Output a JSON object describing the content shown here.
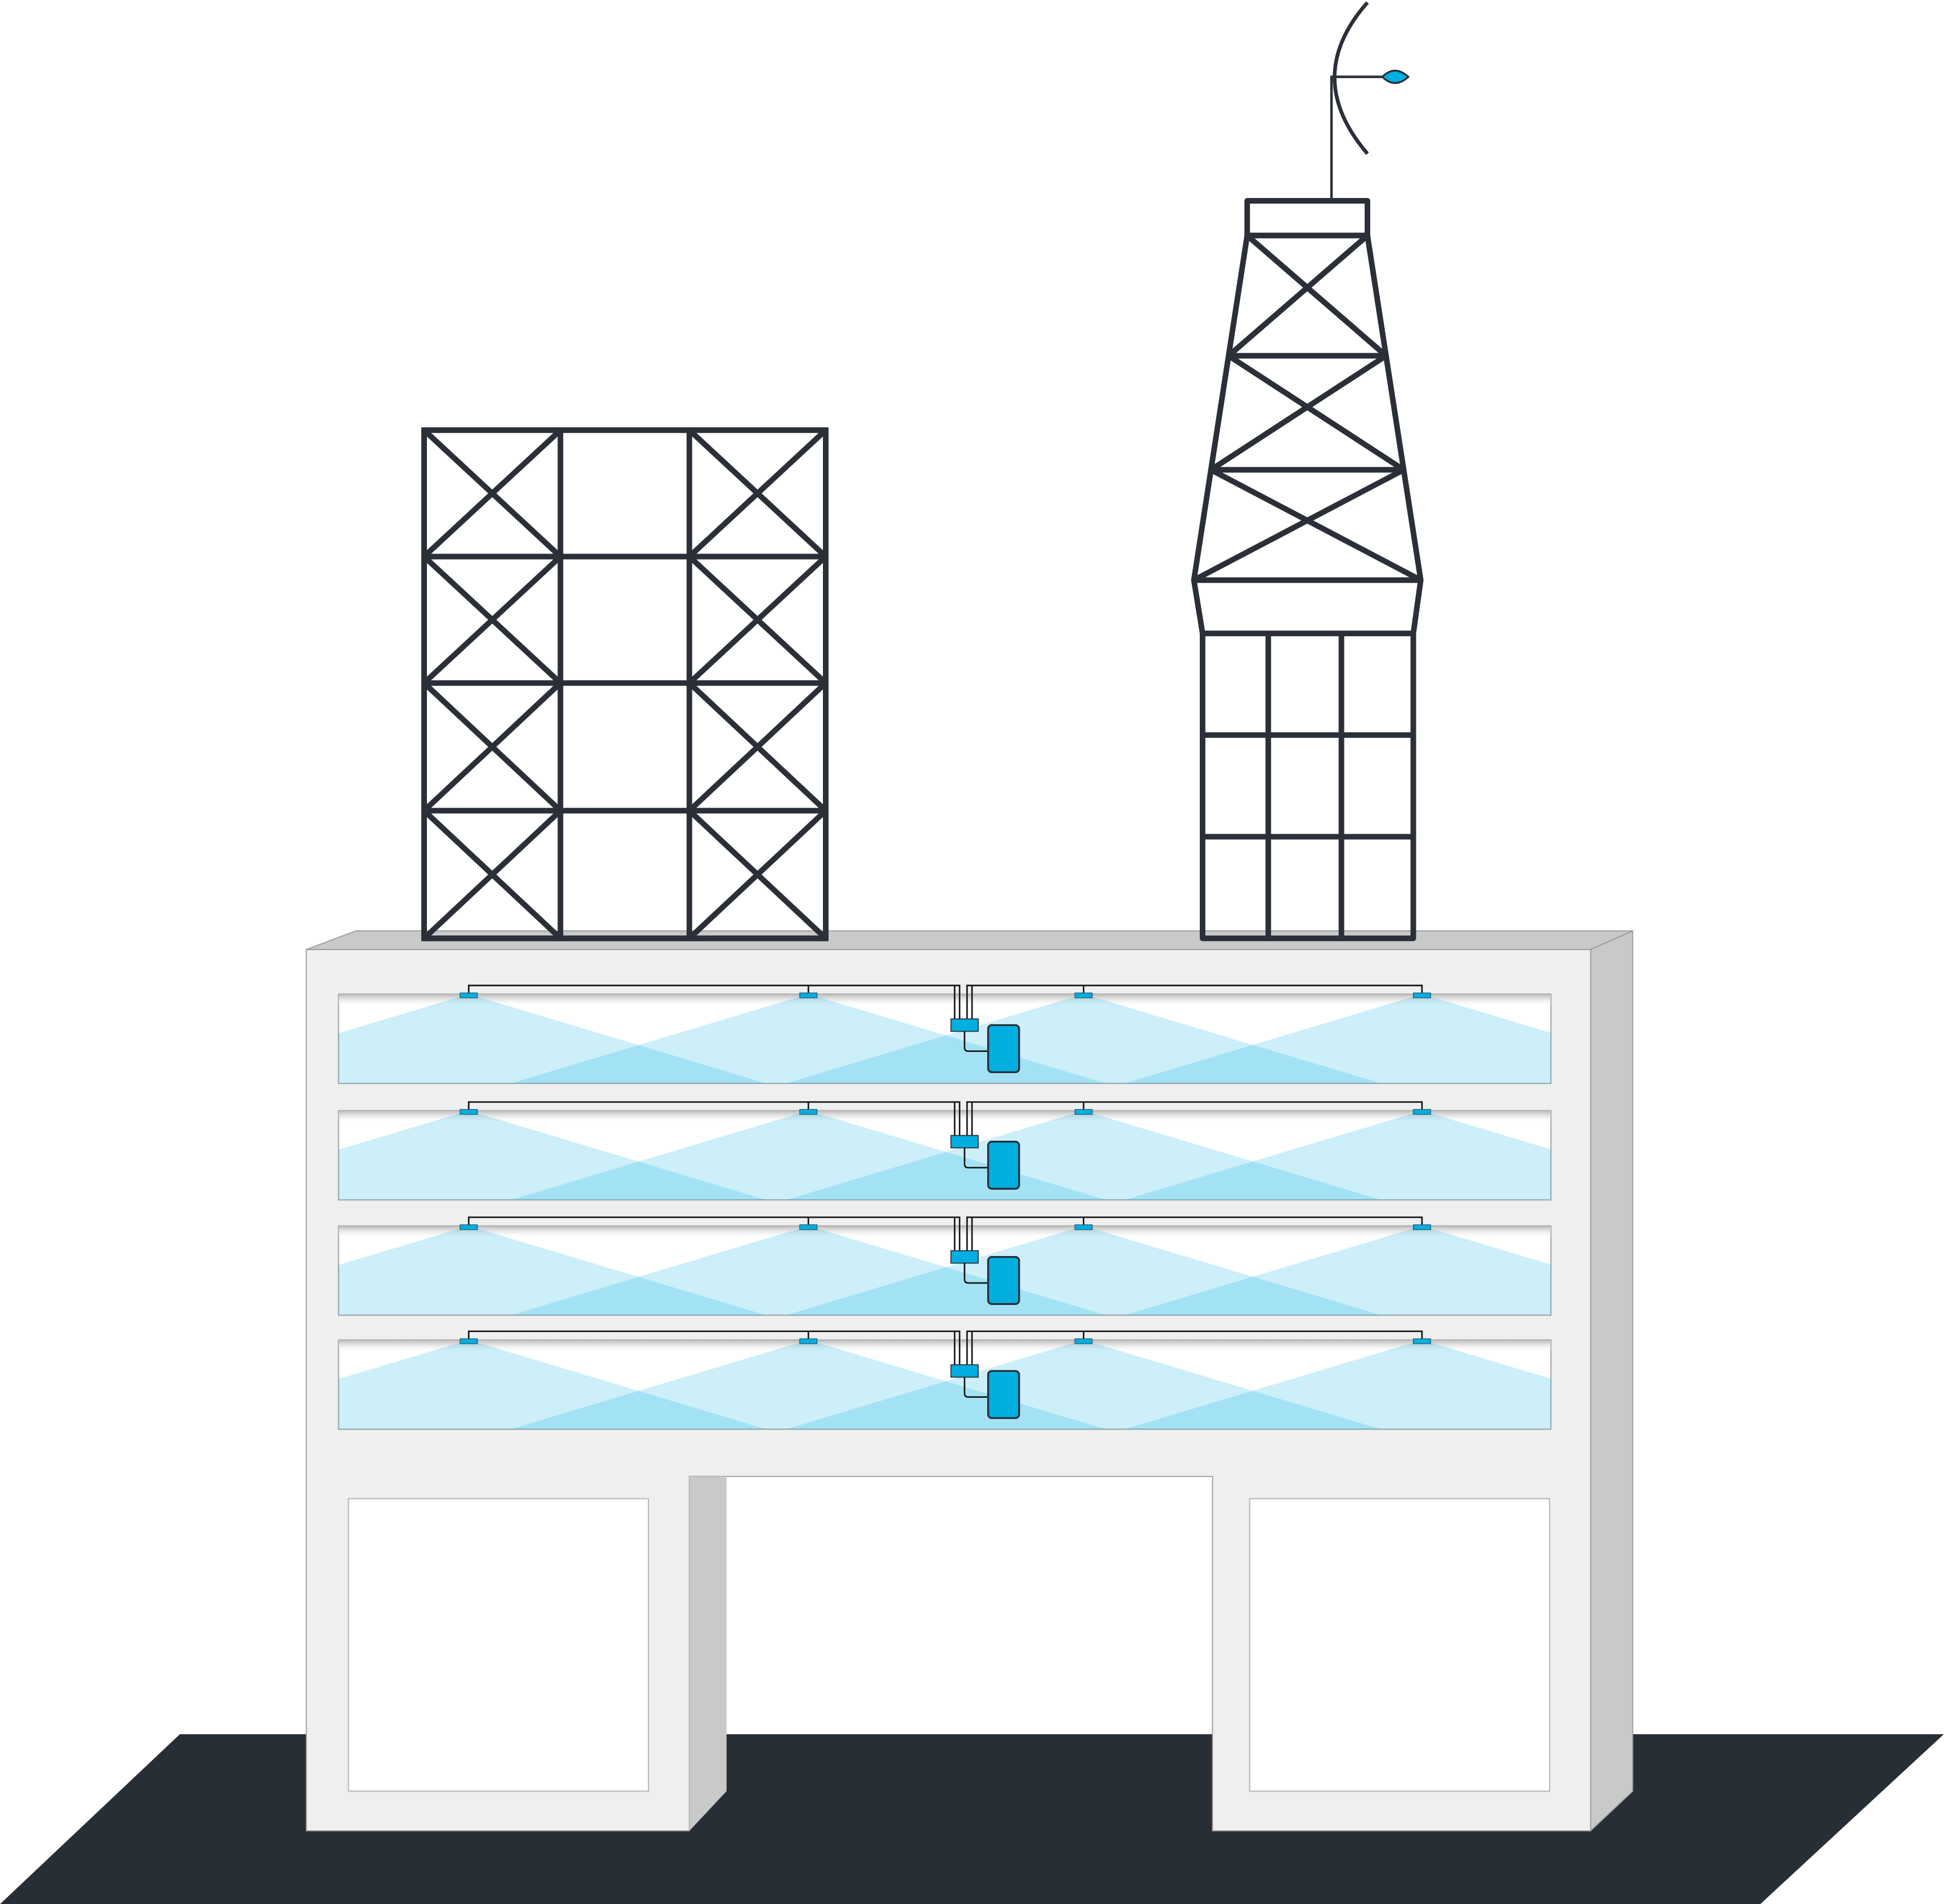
{
  "colors": {
    "structure": "#2a2f38",
    "ground": "#282e36",
    "building_front": "#efefef",
    "building_side": "#c8c9c9",
    "accent": "#00aee0",
    "coverage": "#00aee0"
  },
  "icons": [
    "scaffold-frame",
    "derrick-tower",
    "satellite-antenna",
    "das-antenna",
    "splitter",
    "head-end-unit"
  ],
  "floors": 4,
  "antennas_per_floor": 4
}
